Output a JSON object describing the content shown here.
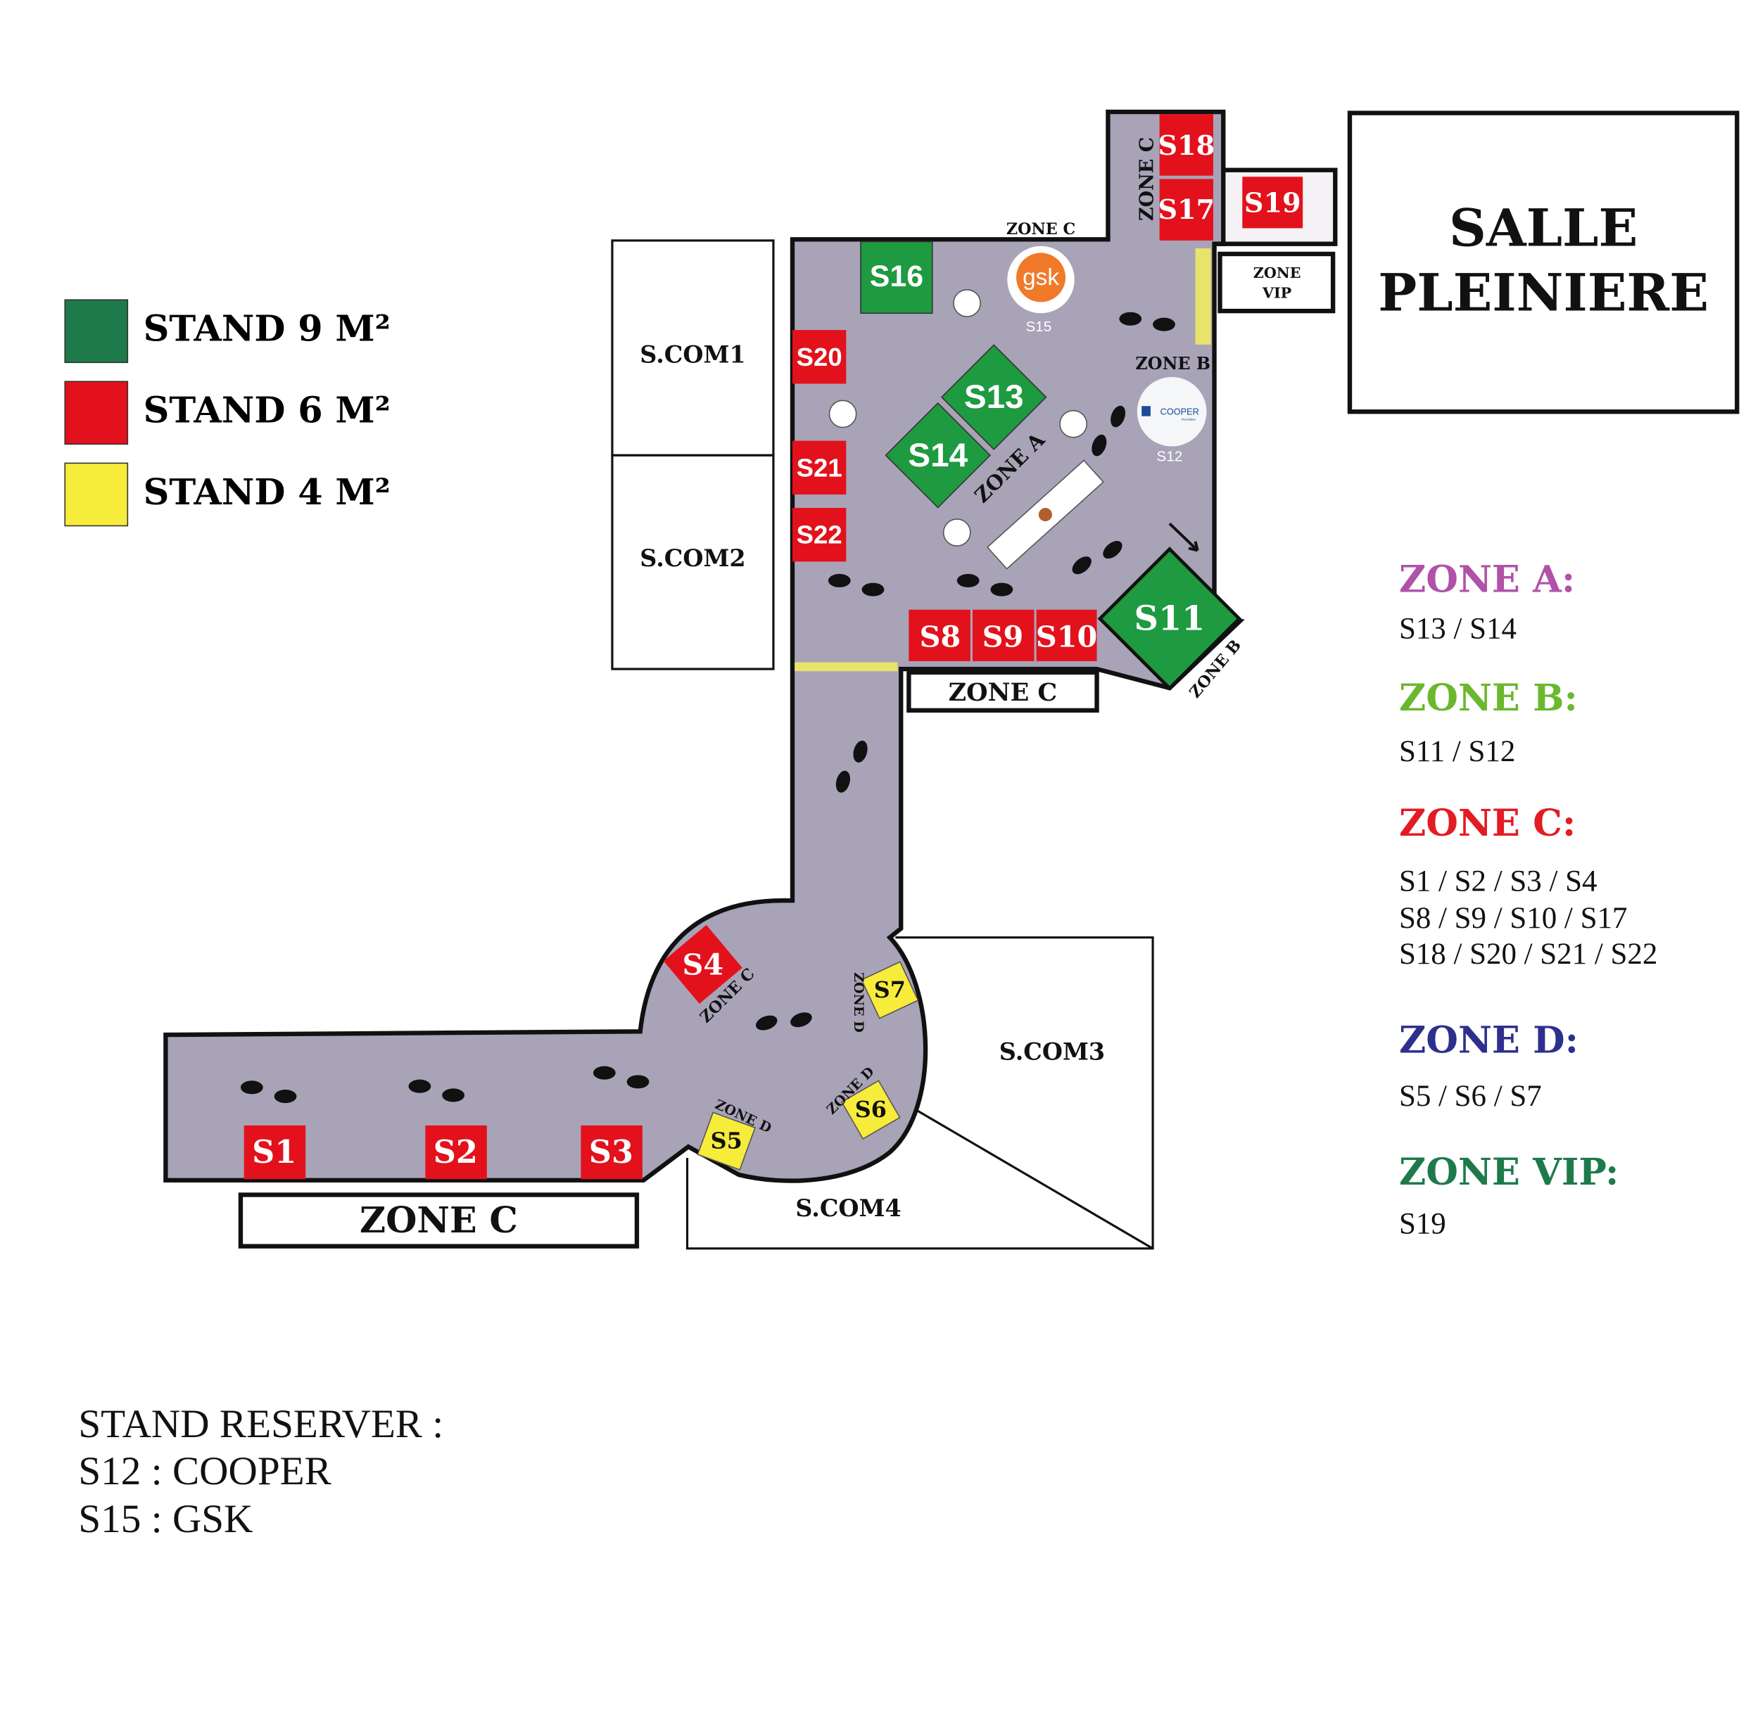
{
  "legend": [
    {
      "label": "STAND 9 M²",
      "color": "#1e7a4b"
    },
    {
      "label": "STAND 6 M²",
      "color": "#e3111b"
    },
    {
      "label": "STAND 4 M²",
      "color": "#f7eb3b"
    }
  ],
  "rooms": {
    "salle": [
      "SALLE",
      "PLEINIERE"
    ],
    "scom1": "S.COM1",
    "scom2": "S.COM2",
    "scom3": "S.COM3",
    "scom4": "S.COM4",
    "vip": [
      "ZONE",
      "VIP"
    ]
  },
  "stands": {
    "s1": "S1",
    "s2": "S2",
    "s3": "S3",
    "s4": "S4",
    "s5": "S5",
    "s6": "S6",
    "s7": "S7",
    "s8": "S8",
    "s9": "S9",
    "s10": "S10",
    "s11": "S11",
    "s13": "S13",
    "s14": "S14",
    "s16": "S16",
    "s17": "S17",
    "s18": "S18",
    "s19": "S19",
    "s20": "S20",
    "s21": "S21",
    "s22": "S22"
  },
  "logos": {
    "gsk": {
      "text": "gsk",
      "stand": "S15"
    },
    "cooper": {
      "text": "COOPER",
      "sub": "PHARMA",
      "stand": "S12"
    }
  },
  "map_labels": {
    "zone_c_top": "ZONE C",
    "zone_c_vertical": "ZONE C",
    "zone_b_upper": "ZONE B",
    "zone_a": "ZONE A",
    "zone_b_s11": "ZONE B",
    "zone_c_box_upper": "ZONE C",
    "zone_c_box_lower": "ZONE C",
    "zone_c_s4": "ZONE C",
    "zone_d_s7": "ZONE D",
    "zone_d_s6": "ZONE D",
    "zone_d_s5": "ZONE D"
  },
  "zones": [
    {
      "title": "ZONE A:",
      "color": "#b052a8",
      "lines": [
        "S13 / S14"
      ]
    },
    {
      "title": "ZONE B:",
      "color": "#6ab82e",
      "lines": [
        "S11 / S12"
      ]
    },
    {
      "title": "ZONE C:",
      "color": "#e31b23",
      "lines": [
        "S1 / S2 / S3 / S4",
        "S8 / S9 / S10 / S17",
        "S18 / S20 / S21 / S22"
      ]
    },
    {
      "title": "ZONE D:",
      "color": "#2e2f8d",
      "lines": [
        "S5 / S6 / S7"
      ]
    },
    {
      "title": "ZONE VIP:",
      "color": "#1e7a4b",
      "lines": [
        "S19"
      ]
    }
  ],
  "reserved": {
    "title": "STAND RESERVER :",
    "items": [
      "S12 : COOPER",
      "S15 : GSK"
    ]
  },
  "colors": {
    "floor": "#a9a3b8",
    "green": "#1e9a40",
    "red": "#e3111b",
    "yellow": "#f7eb3b"
  }
}
